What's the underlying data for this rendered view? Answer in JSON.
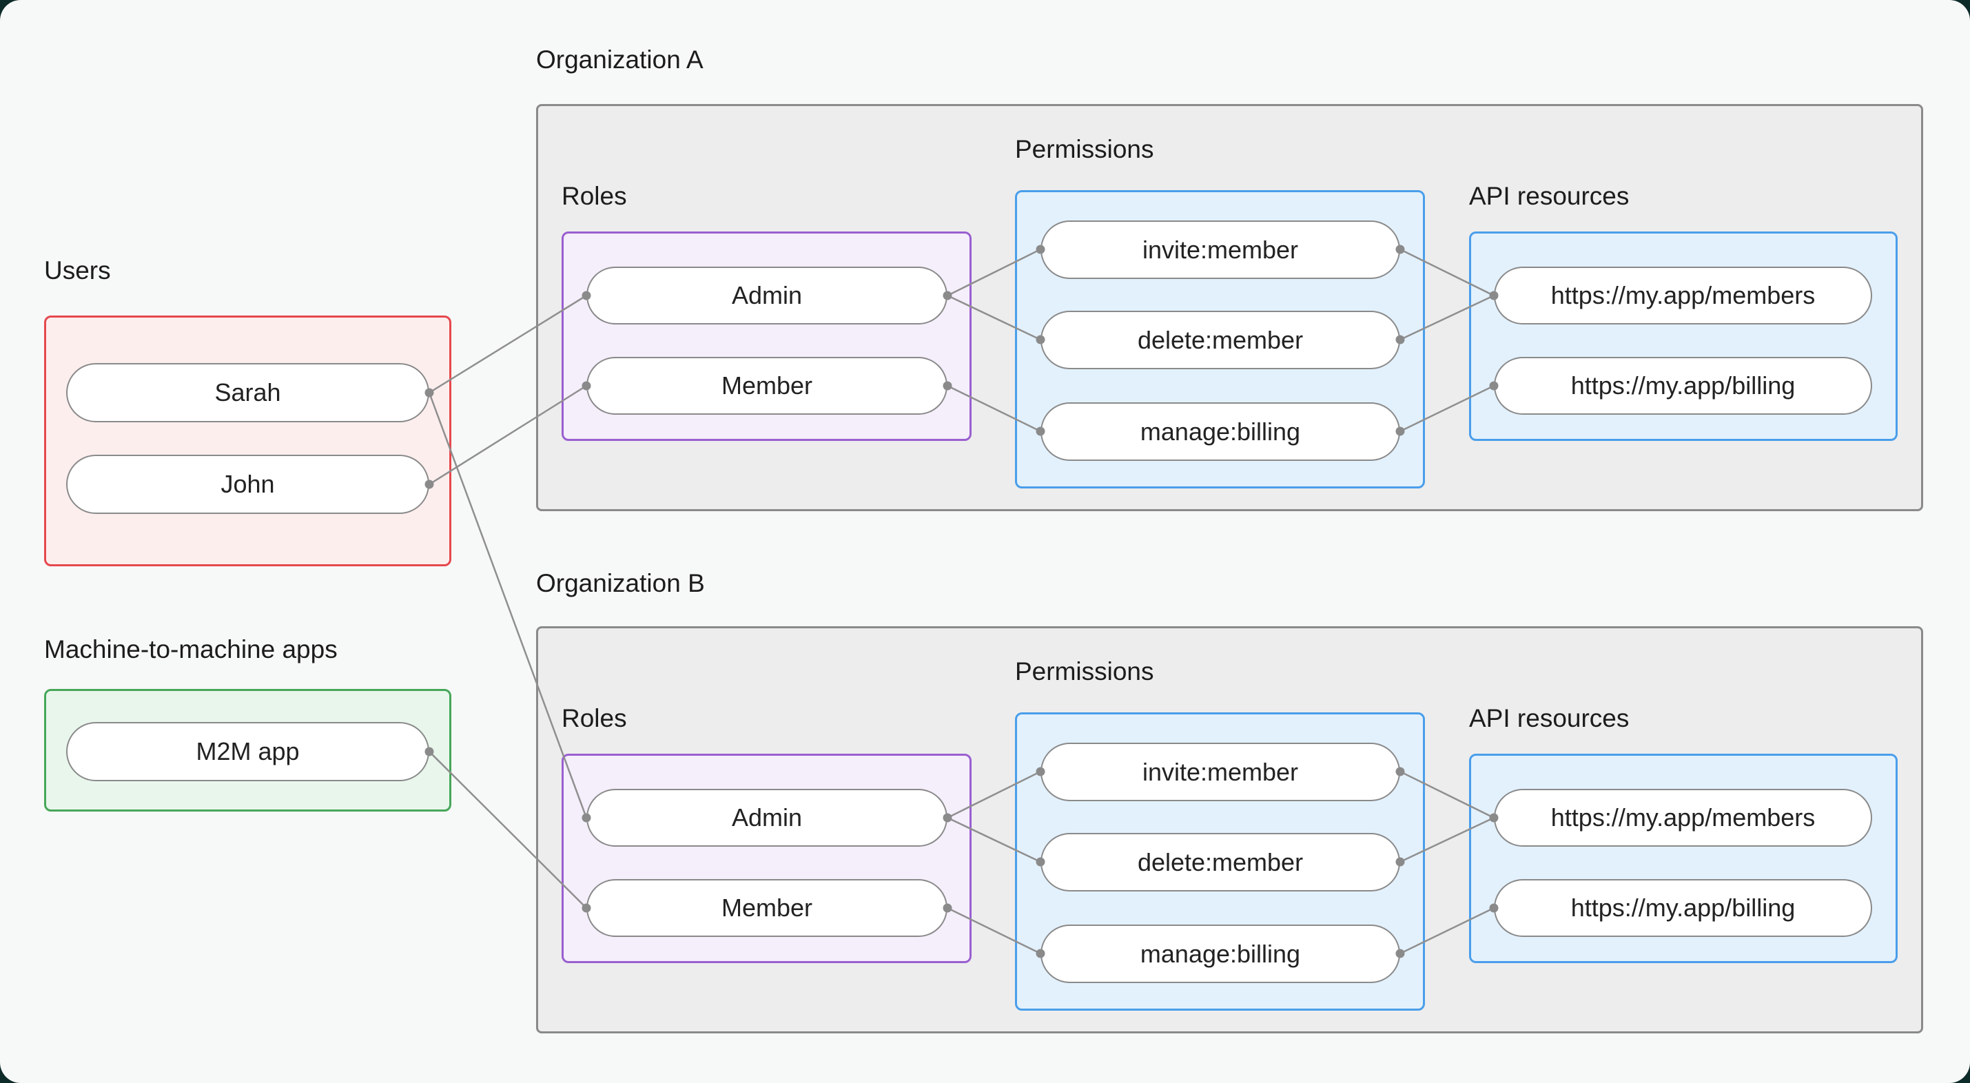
{
  "page": {
    "background": "#f7f8f8",
    "frame_color": "#0d2b29"
  },
  "users_section": {
    "label": "Users",
    "users": [
      {
        "name": "Sarah"
      },
      {
        "name": "John"
      }
    ]
  },
  "m2m_section": {
    "label": "Machine-to-machine apps",
    "apps": [
      {
        "name": "M2M app"
      }
    ]
  },
  "organizations": [
    {
      "label": "Organization A",
      "roles_label": "Roles",
      "roles": [
        {
          "name": "Admin"
        },
        {
          "name": "Member"
        }
      ],
      "permissions_label": "Permissions",
      "permissions": [
        {
          "name": "invite:member"
        },
        {
          "name": "delete:member"
        },
        {
          "name": "manage:billing"
        }
      ],
      "api_resources_label": "API resources",
      "api_resources": [
        {
          "name": "https://my.app/members"
        },
        {
          "name": "https://my.app/billing"
        }
      ]
    },
    {
      "label": "Organization B",
      "roles_label": "Roles",
      "roles": [
        {
          "name": "Admin"
        },
        {
          "name": "Member"
        }
      ],
      "permissions_label": "Permissions",
      "permissions": [
        {
          "name": "invite:member"
        },
        {
          "name": "delete:member"
        },
        {
          "name": "manage:billing"
        }
      ],
      "api_resources_label": "API resources",
      "api_resources": [
        {
          "name": "https://my.app/members"
        },
        {
          "name": "https://my.app/billing"
        }
      ]
    }
  ],
  "edges": [
    {
      "from": "user-sarah",
      "to": "org-a-role-admin"
    },
    {
      "from": "user-john",
      "to": "org-a-role-member"
    },
    {
      "from": "user-sarah",
      "to": "org-b-role-admin"
    },
    {
      "from": "m2m-app",
      "to": "org-b-role-member"
    },
    {
      "from": "org-a-role-admin",
      "to": "org-a-permission-invite-member"
    },
    {
      "from": "org-a-role-admin",
      "to": "org-a-permission-delete-member"
    },
    {
      "from": "org-a-role-member",
      "to": "org-a-permission-manage-billing"
    },
    {
      "from": "org-a-permission-invite-member",
      "to": "org-a-api-members"
    },
    {
      "from": "org-a-permission-delete-member",
      "to": "org-a-api-members"
    },
    {
      "from": "org-a-permission-manage-billing",
      "to": "org-a-api-billing"
    },
    {
      "from": "org-b-role-admin",
      "to": "org-b-permission-invite-member"
    },
    {
      "from": "org-b-role-admin",
      "to": "org-b-permission-delete-member"
    },
    {
      "from": "org-b-role-member",
      "to": "org-b-permission-manage-billing"
    },
    {
      "from": "org-b-permission-invite-member",
      "to": "org-b-api-members"
    },
    {
      "from": "org-b-permission-delete-member",
      "to": "org-b-api-members"
    },
    {
      "from": "org-b-permission-manage-billing",
      "to": "org-b-api-billing"
    }
  ],
  "colors": {
    "users_border": "#e5484d",
    "users_fill": "#fdeeee",
    "m2m_border": "#46a758",
    "m2m_fill": "#e9f6ec",
    "org_border": "#8a8a8a",
    "org_fill": "#ededed",
    "roles_border": "#9a5fd0",
    "roles_fill": "#f5eefb",
    "permissions_border": "#4a9eea",
    "permissions_fill": "#e3f1fd",
    "pill_border": "#8a8a8a",
    "connector": "#8f8f8f"
  }
}
